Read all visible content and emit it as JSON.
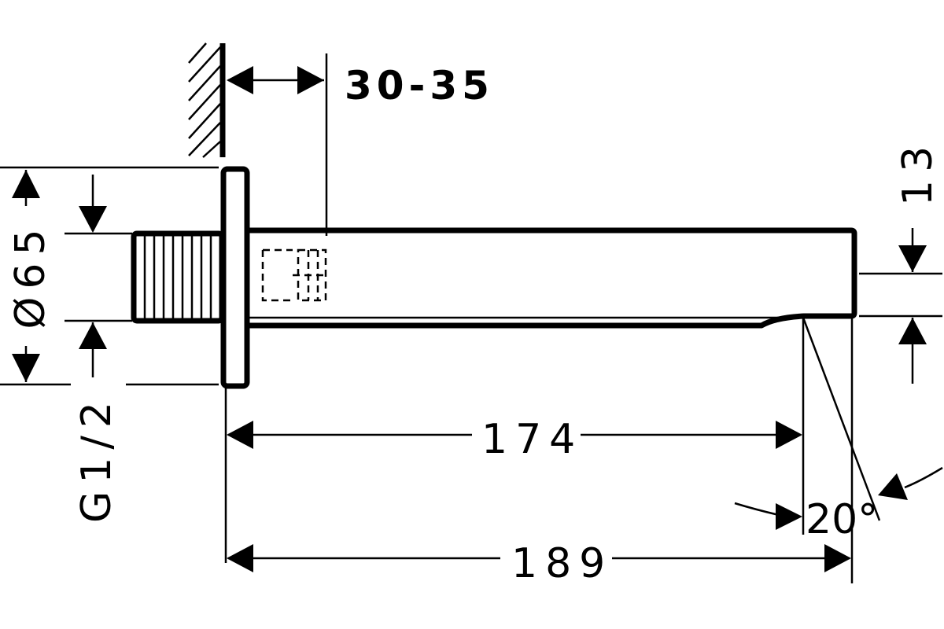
{
  "diagram": {
    "colors": {
      "line": "#000000",
      "background": "#ffffff"
    },
    "labels": {
      "wall_depth": "30-35",
      "diameter": "Ø65",
      "thread": "G1/2",
      "outlet_height": "13",
      "spout_length": "174",
      "total_length": "189",
      "angle": "20°"
    }
  }
}
